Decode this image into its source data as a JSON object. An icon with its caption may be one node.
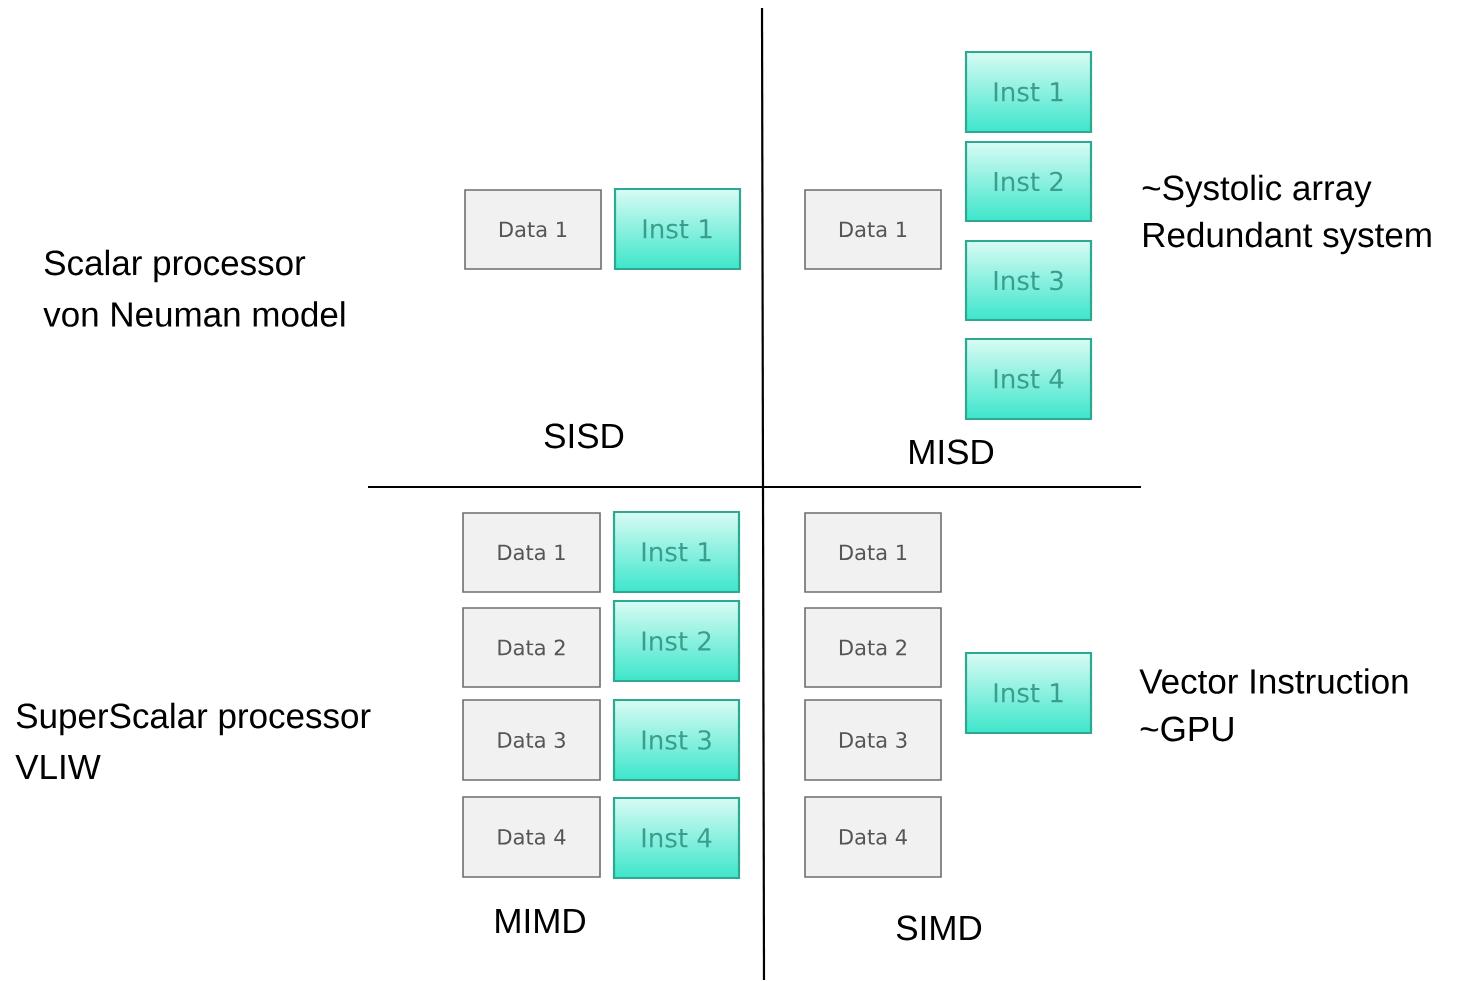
{
  "diagram": {
    "nodes": [
      {
        "text": [
          "Data 1"
        ]
      },
      {
        "text": [
          "Inst 1"
        ]
      },
      {
        "text": [
          "Inst 1"
        ]
      },
      {
        "text": [
          "Inst 2"
        ]
      },
      {
        "text": [
          "Data 1"
        ]
      },
      {
        "text": [
          "Inst 3"
        ]
      },
      {
        "text": [
          "Inst 4"
        ]
      },
      {
        "text": [
          "Data 1"
        ]
      },
      {
        "text": [
          "Inst 1"
        ]
      },
      {
        "text": [
          "Data 2"
        ]
      },
      {
        "text": [
          "Inst 2"
        ]
      },
      {
        "text": [
          "Data 3"
        ]
      },
      {
        "text": [
          "Inst 3"
        ]
      },
      {
        "text": [
          "Data 4"
        ]
      },
      {
        "text": [
          "Inst 4"
        ]
      },
      {
        "text": [
          "Data 1"
        ]
      },
      {
        "text": [
          "Data 2"
        ]
      },
      {
        "text": [
          "Inst 1"
        ]
      },
      {
        "text": [
          "Data 3"
        ]
      },
      {
        "text": [
          "Data 4"
        ]
      }
    ],
    "labels": [
      "~Systolic array",
      "Redundant system",
      "Scalar processor",
      "von Neuman model",
      "SISD",
      "MISD",
      "Vector Instruction",
      "~GPU",
      "SuperScalar processor",
      "VLIW",
      "MIMD",
      "SIMD"
    ]
  }
}
